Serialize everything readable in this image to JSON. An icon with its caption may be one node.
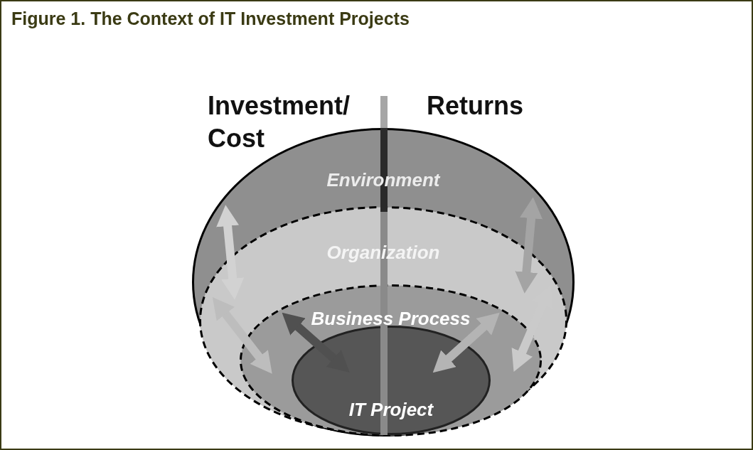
{
  "diagram": {
    "title": "Figure 1. The Context of IT Investment Projects",
    "nodes": [
      {
        "text": [
          "Environment"
        ]
      },
      {
        "text": [
          "Organization"
        ],
        "in": 0
      },
      {
        "text": [
          "Business Process"
        ],
        "in": 1
      },
      {
        "text": [
          "IT Project"
        ],
        "in": 2
      },
      {
        "text": [
          "Investment/ Cost"
        ]
      },
      {
        "text": [
          "Returns"
        ]
      }
    ],
    "edges": [
      {
        "from": 0,
        "to": 1,
        "arrow": "both",
        "color": "#d2d2d2"
      },
      {
        "from": 0,
        "to": 1,
        "arrow": "both",
        "color": "#a4a4a4"
      },
      {
        "from": 1,
        "to": 2,
        "arrow": "both",
        "color": "#bdbdbd"
      },
      {
        "from": 1,
        "to": 2,
        "arrow": "both",
        "color": "#cacaca"
      },
      {
        "from": 2,
        "to": 3,
        "arrow": "both",
        "color": "#505050"
      },
      {
        "from": 2,
        "to": 3,
        "arrow": "both",
        "color": "#b4b4b4"
      }
    ]
  }
}
